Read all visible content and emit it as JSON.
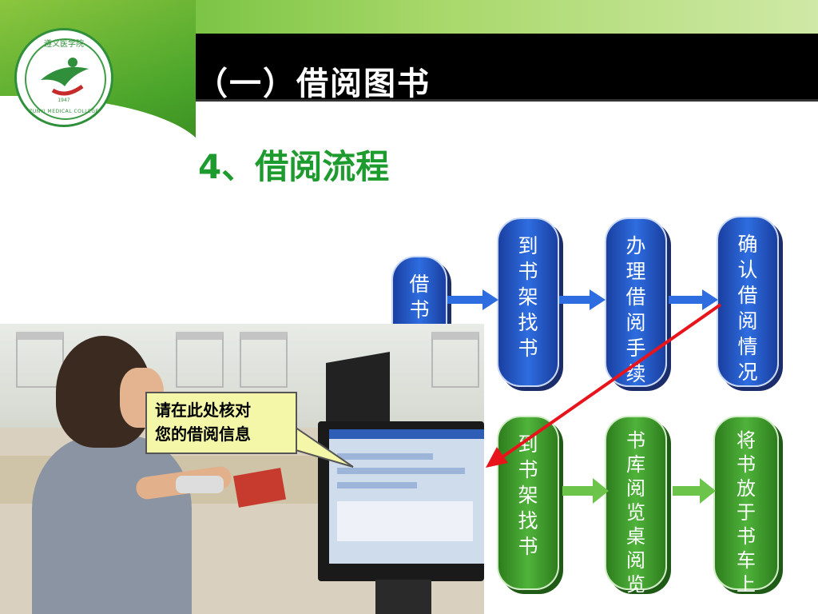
{
  "header": {
    "title": "（一）借阅图书",
    "logo": {
      "top_text": "遵义医学院",
      "year": "1947",
      "bottom_text": "ZUNYI MEDICAL COLLEGE"
    }
  },
  "section": {
    "subtitle": "4、借阅流程"
  },
  "callout": {
    "line1": "请在此处核对",
    "line2": "您的借阅信息"
  },
  "flow": {
    "top": [
      {
        "text": "借书",
        "color": "blue"
      },
      {
        "text": "到书架找书",
        "color": "blue"
      },
      {
        "text": "办理借阅手续",
        "color": "blue"
      },
      {
        "text": "确认借阅情况",
        "color": "blue"
      }
    ],
    "bottom": [
      {
        "text": "到书架找书",
        "color": "green"
      },
      {
        "text": "书库阅览桌阅览",
        "color": "green"
      },
      {
        "text": "将书放于书车上",
        "color": "green"
      }
    ]
  },
  "colors": {
    "accent_green": "#1e9b2f",
    "flow_blue": "#2e6de0",
    "flow_green": "#4fb33a",
    "pointer_red": "#e8141c",
    "callout_bg": "#f4f7a8"
  }
}
